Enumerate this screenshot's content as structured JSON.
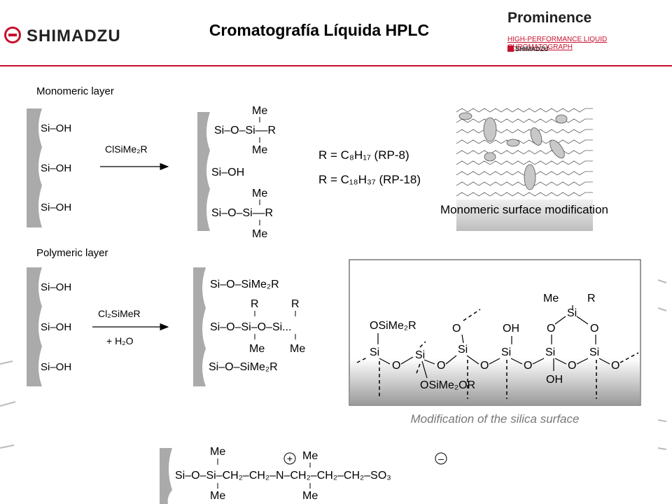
{
  "header": {
    "title": "Cromatografía Líquida HPLC",
    "company_logo": "SHIMADZU",
    "product_name": "Prominence",
    "product_tagline": "HIGH-PERFORMANCE  LIQUID  CHROMATOGRAPH",
    "product_company": "SHIMADZU",
    "accent_color": "#c8102e"
  },
  "monomeric": {
    "section_label": "Monomeric layer",
    "surface_groups": [
      "Si–OH",
      "Si–OH",
      "Si–OH"
    ],
    "reagent_label": "ClSiMe₂R",
    "r_def_1": "R = C₈H₁₇ (RP-8)",
    "r_def_2": "R = C₁₈H₃₇ (RP-18)",
    "illustration_caption": "Monomeric surface modification"
  },
  "polymeric": {
    "section_label": "Polymeric layer",
    "surface_groups": [
      "Si–OH",
      "Si–OH",
      "Si–OH"
    ],
    "reagent_label": "Cl₂SiMeR",
    "reagent_label_2": "+ H₂O",
    "surface_caption": "Modification of the silica surface"
  },
  "zwitterion": {
    "plus_sign": "+",
    "minus_sign": "–"
  }
}
